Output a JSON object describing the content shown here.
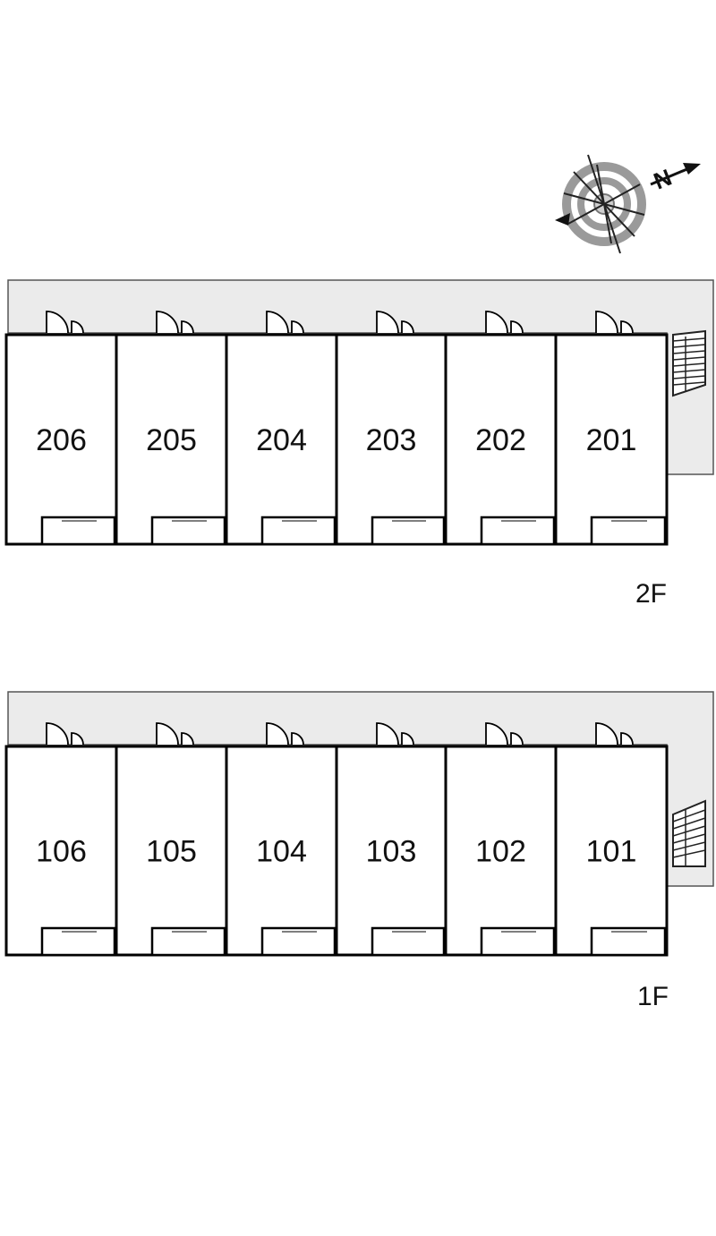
{
  "compass": {
    "icon": "compass-icon",
    "north_label": "N"
  },
  "floors": [
    {
      "label": "2F",
      "units": [
        "206",
        "205",
        "204",
        "203",
        "202",
        "201"
      ]
    },
    {
      "label": "1F",
      "units": [
        "106",
        "105",
        "104",
        "103",
        "102",
        "101"
      ]
    }
  ],
  "colors": {
    "corridor": "#ebebeb",
    "wall": "#000000",
    "background": "#ffffff"
  }
}
